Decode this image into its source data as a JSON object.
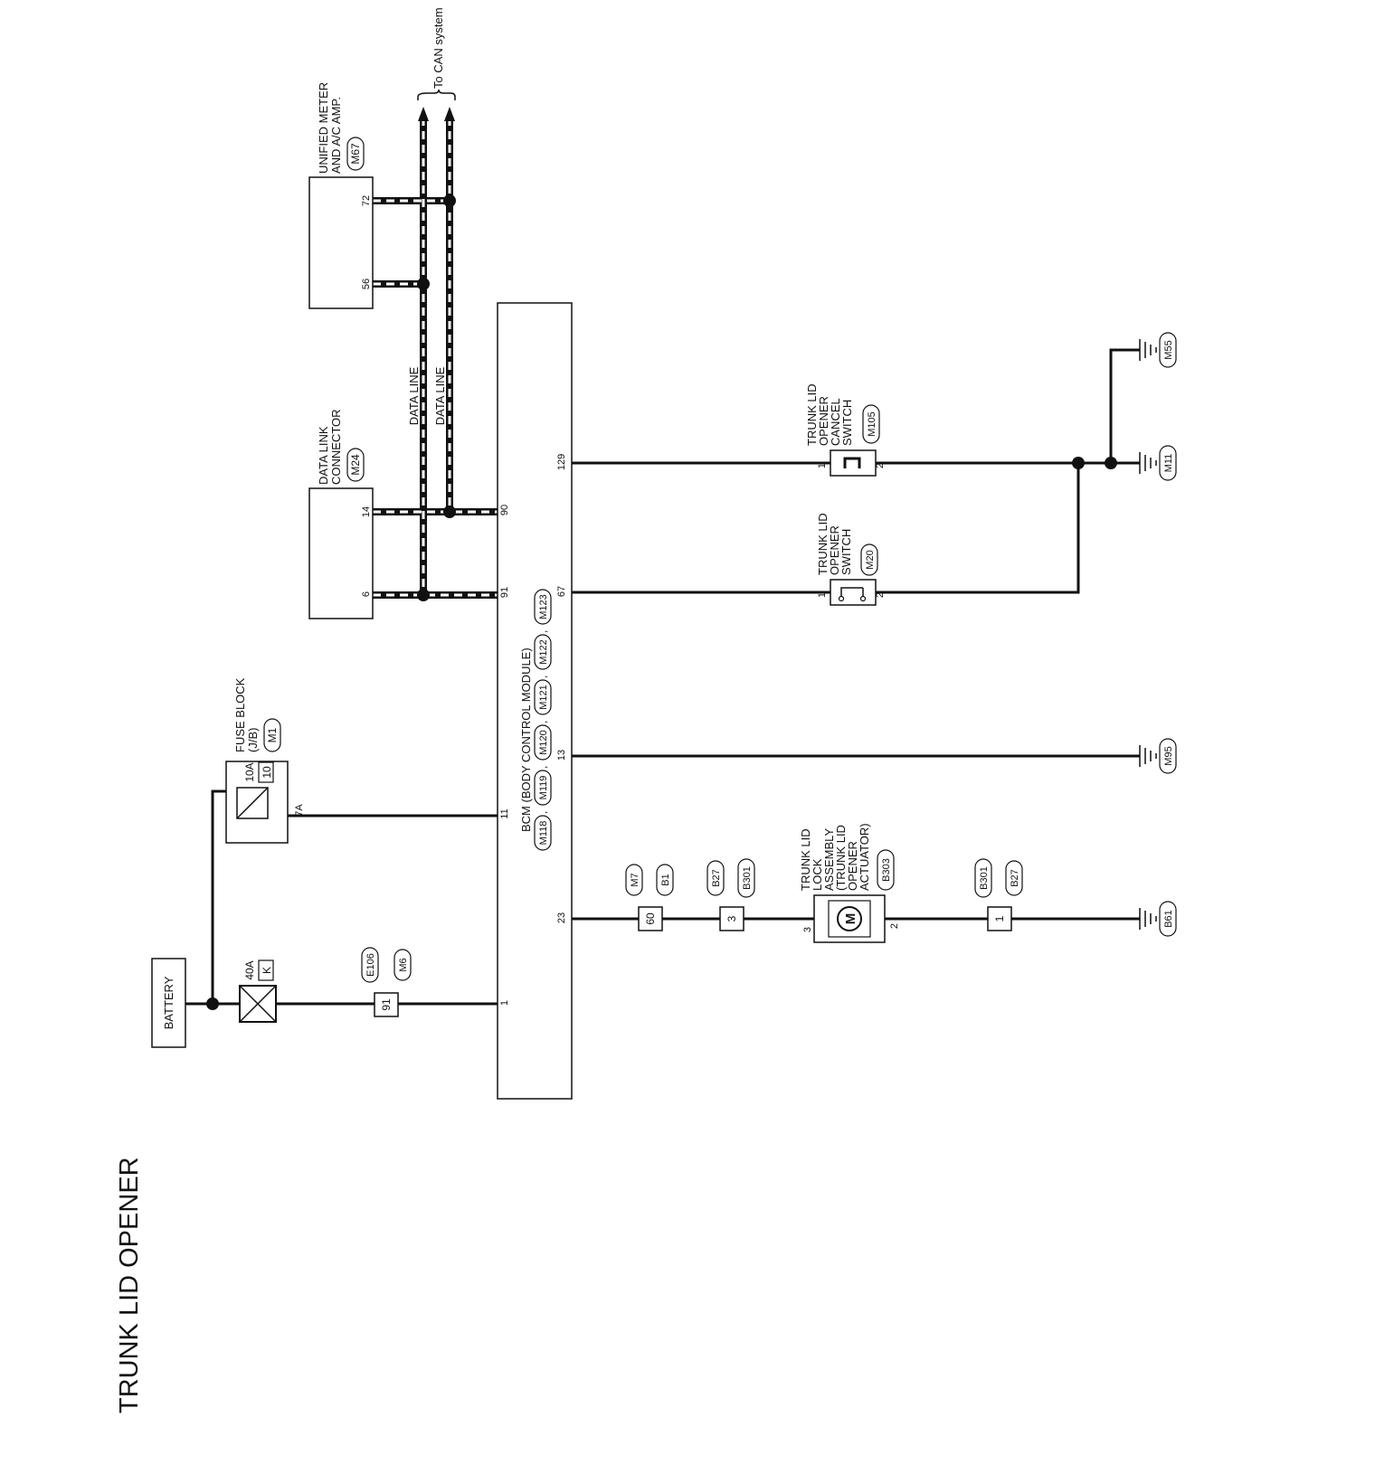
{
  "title": "TRUNK LID OPENER",
  "can_label": "To CAN system",
  "data_line_labels": [
    "DATA LINE",
    "DATA LINE"
  ],
  "components": {
    "battery": {
      "label": "BATTERY"
    },
    "fusible_link": {
      "rating": "40A",
      "id": "K"
    },
    "fuse_block": {
      "name_lines": [
        "FUSE BLOCK",
        "(J/B)"
      ],
      "connector": "M1",
      "fuse_rating": "10A",
      "fuse_number": "10",
      "terminal": "7A"
    },
    "inline_connector_1": {
      "connectors": [
        "E106",
        "M6"
      ],
      "pin": "91"
    },
    "bcm": {
      "name": "BCM (BODY CONTROL MODULE)",
      "connectors": [
        "M118",
        "M119",
        "M120",
        "M121",
        "M122",
        "M123"
      ],
      "separators": [
        ",",
        ",",
        ",",
        ",",
        ","
      ],
      "pins": [
        "1",
        "11",
        "91",
        "90",
        "23",
        "13",
        "67",
        "129"
      ]
    },
    "data_link_connector": {
      "name_lines": [
        "DATA LINK",
        "CONNECTOR"
      ],
      "connector": "M24",
      "pins": [
        "6",
        "14"
      ]
    },
    "unified_meter": {
      "name_lines": [
        "UNIFIED METER",
        "AND A/C AMP."
      ],
      "connector": "M67",
      "pins": [
        "56",
        "72"
      ]
    },
    "inline_connector_2": {
      "connectors": [
        "M7",
        "B1"
      ],
      "pin": "60"
    },
    "inline_connector_3": {
      "connectors": [
        "B27",
        "B301"
      ],
      "pin": "3"
    },
    "trunk_lid_lock": {
      "name_lines": [
        "TRUNK LID",
        "LOCK",
        "ASSEMBLY",
        "(TRUNK LID",
        "OPENER",
        "ACTUATOR)"
      ],
      "connector": "B303",
      "pins": [
        "3",
        "2"
      ],
      "motor_symbol": "M"
    },
    "inline_connector_4": {
      "connectors": [
        "B301",
        "B27"
      ],
      "pin": "1"
    },
    "opener_switch": {
      "name_lines": [
        "TRUNK LID",
        "OPENER",
        "SWITCH"
      ],
      "connector": "M20",
      "pins": [
        "1",
        "2"
      ]
    },
    "cancel_switch": {
      "name_lines": [
        "TRUNK LID",
        "OPENER",
        "CANCEL",
        "SWITCH"
      ],
      "connector": "M105",
      "pins": [
        "1",
        "2"
      ]
    },
    "grounds": [
      "M55",
      "M11",
      "M95",
      "B61"
    ]
  }
}
